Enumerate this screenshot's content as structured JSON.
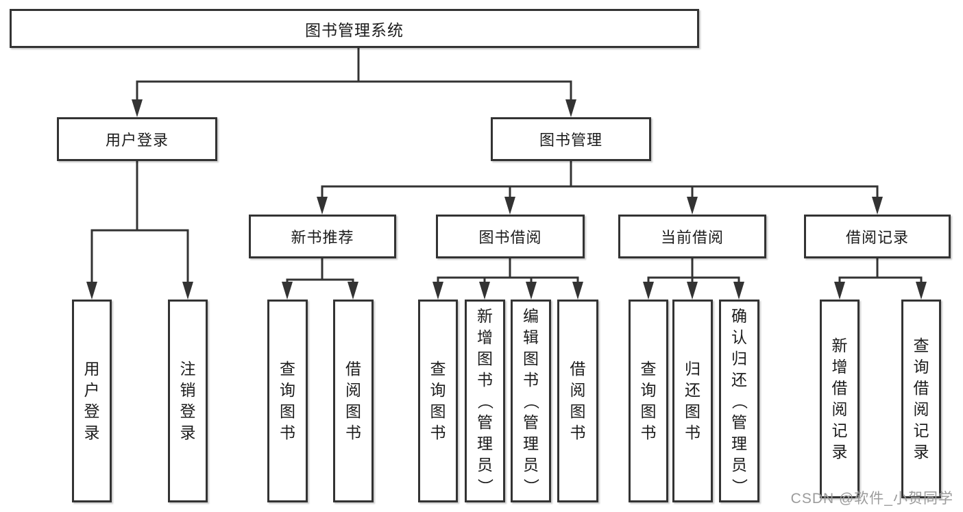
{
  "diagram": {
    "root": {
      "label": "图书管理系统"
    },
    "level2": [
      {
        "label": "用户登录"
      },
      {
        "label": "图书管理"
      }
    ],
    "level3": [
      {
        "label": "新书推荐"
      },
      {
        "label": "图书借阅"
      },
      {
        "label": "当前借阅"
      },
      {
        "label": "借阅记录"
      }
    ],
    "leaves": [
      {
        "label": "用户登录"
      },
      {
        "label": "注销登录"
      },
      {
        "label": "查询图书"
      },
      {
        "label": "借阅图书"
      },
      {
        "label": "查询图书"
      },
      {
        "label": "新增图书（管理员）"
      },
      {
        "label": "编辑图书（管理员）"
      },
      {
        "label": "借阅图书"
      },
      {
        "label": "查询图书"
      },
      {
        "label": "归还图书"
      },
      {
        "label": "确认归还（管理员）"
      },
      {
        "label": "新增借阅记录"
      },
      {
        "label": "查询借阅记录"
      }
    ]
  },
  "watermark": {
    "text": "CSDN @软件_小贺同学"
  },
  "colors": {
    "line": "#333333",
    "box_border": "#333333",
    "background": "#ffffff",
    "text": "#1c1c1c",
    "watermark": "#9b9b9b"
  }
}
